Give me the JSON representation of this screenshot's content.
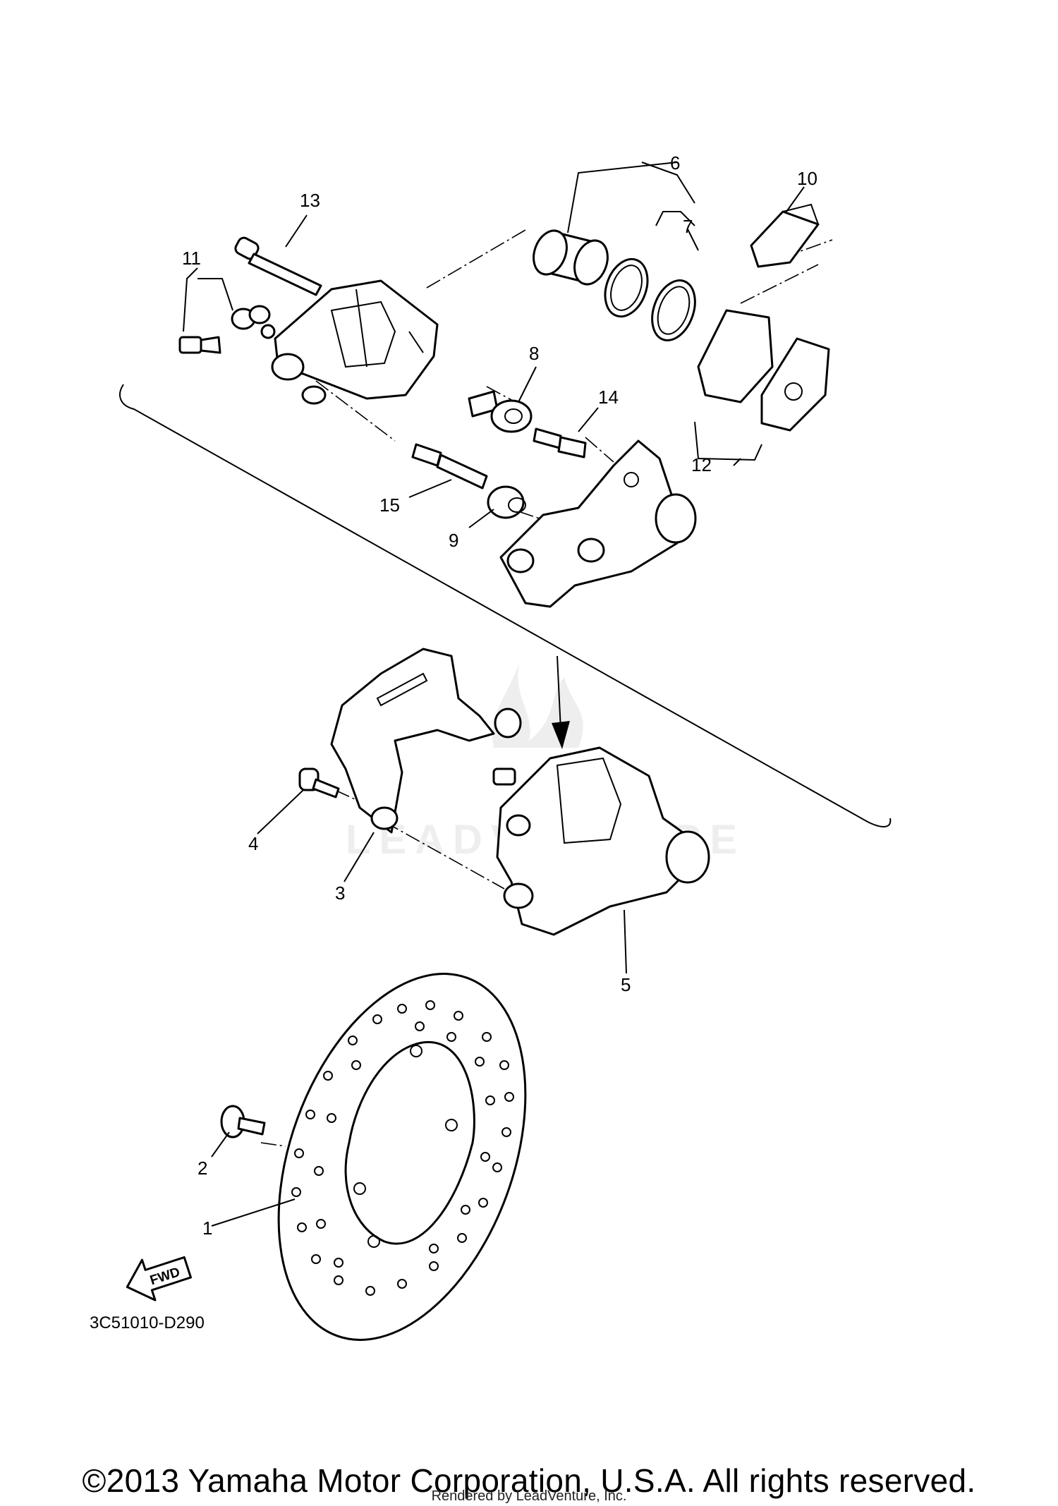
{
  "diagram": {
    "callouts": [
      "1",
      "2",
      "3",
      "4",
      "5",
      "6",
      "7",
      "8",
      "9",
      "10",
      "11",
      "12",
      "13",
      "14",
      "15"
    ],
    "fwd_label": "FWD",
    "drawing_code": "3C51010-D290",
    "watermark": "LEADVENTURE"
  },
  "footer": {
    "copyright": "©2013 Yamaha Motor Corporation, U.S.A. All rights reserved.",
    "rendered_by": "Rendered by LeadVenture, Inc."
  }
}
